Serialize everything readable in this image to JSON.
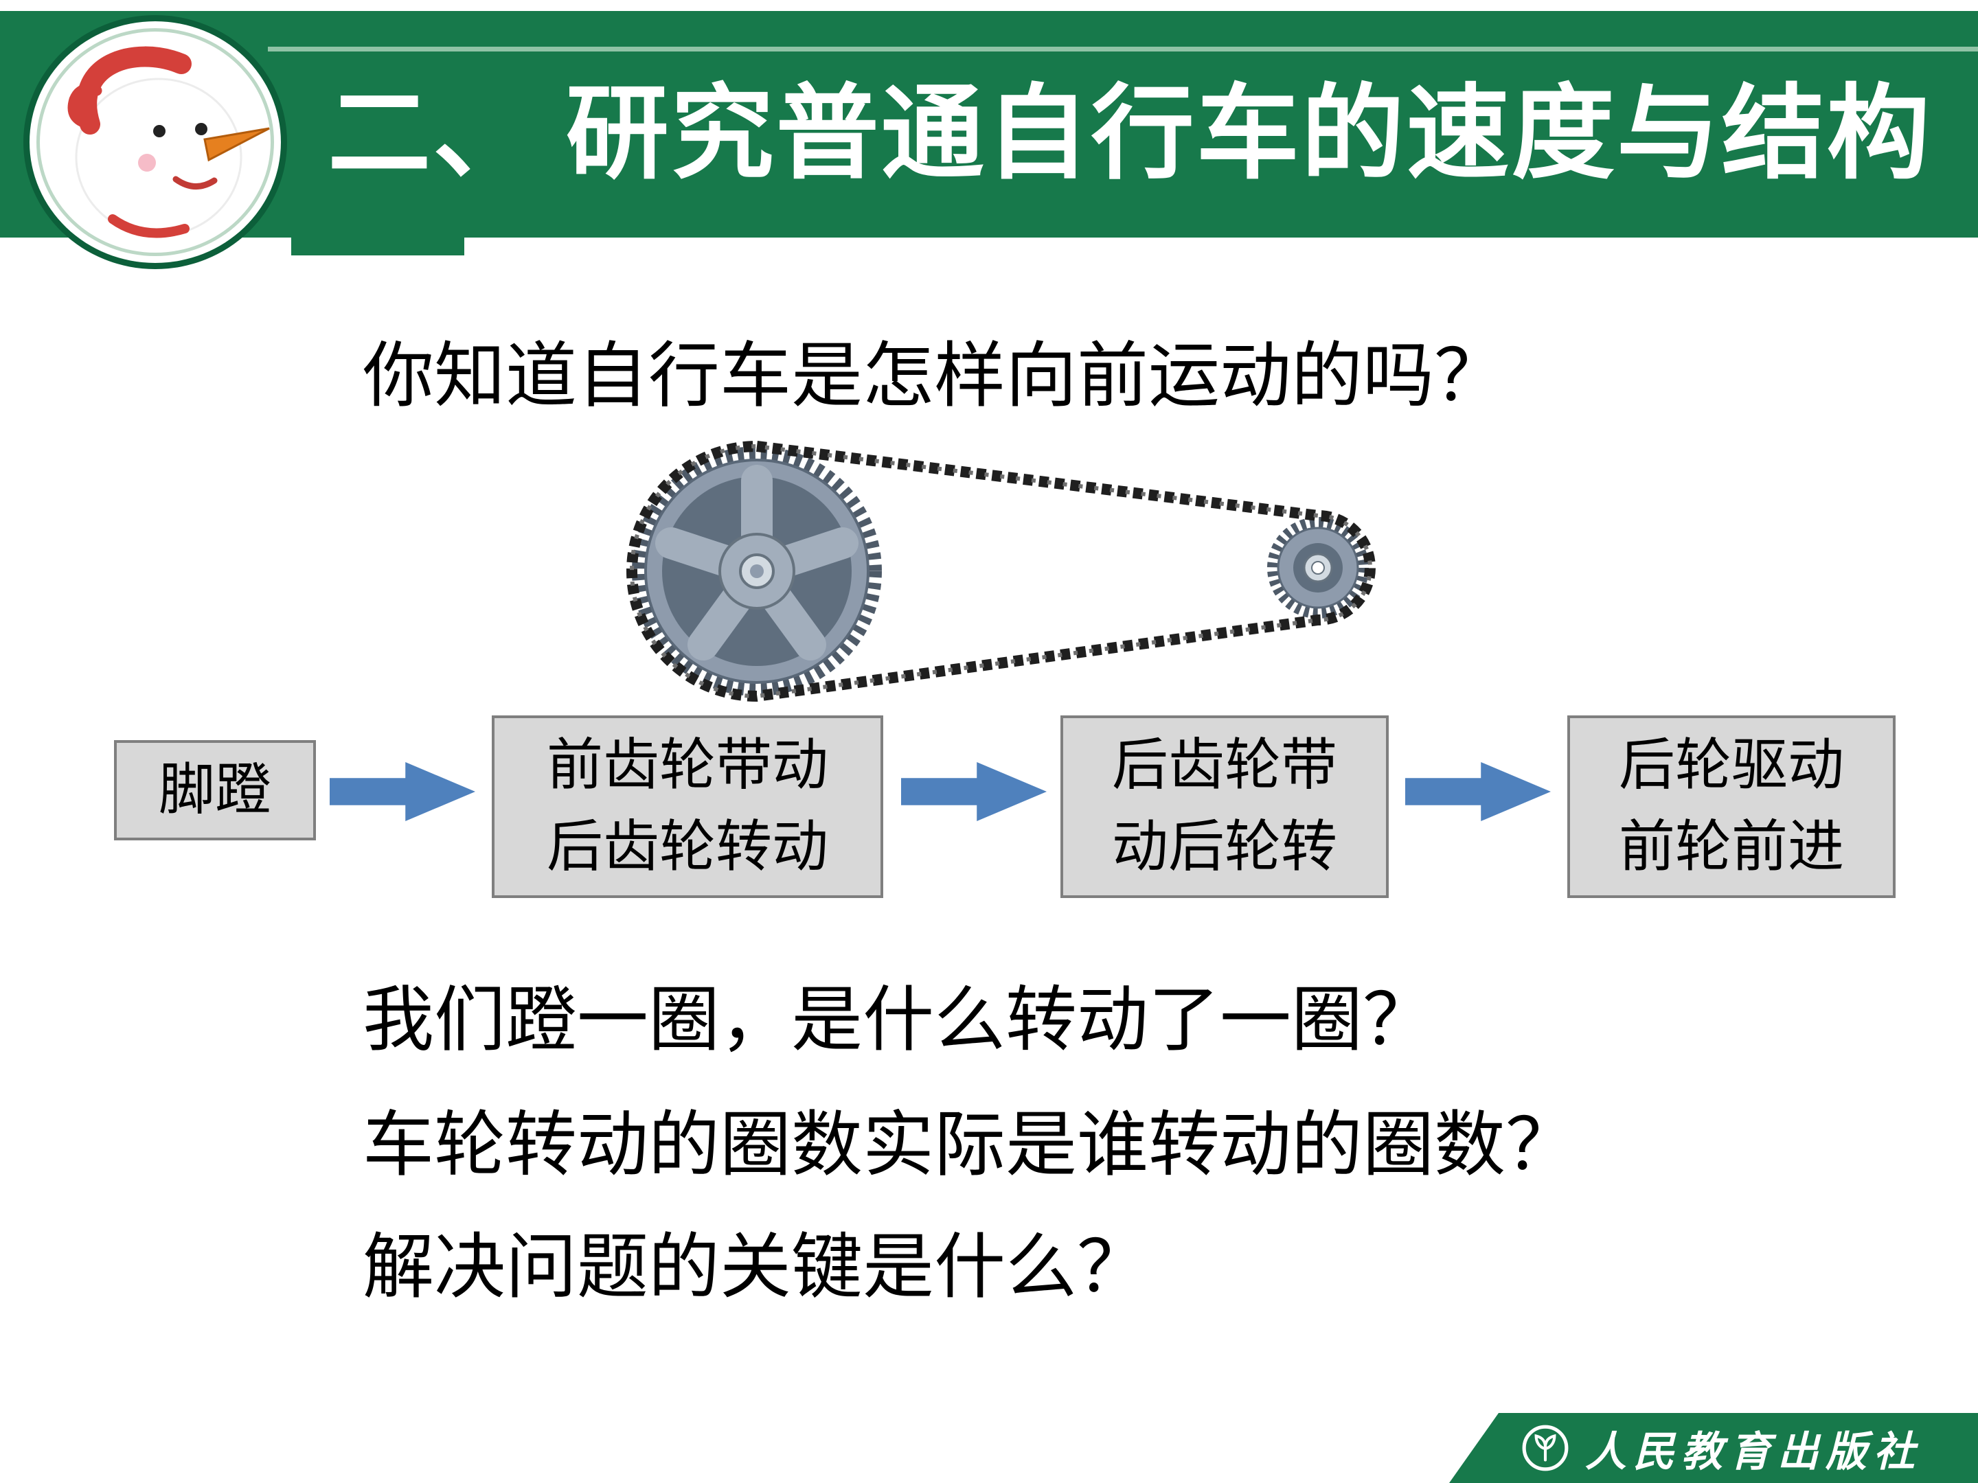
{
  "header": {
    "title": "二、 研究普通自行车的速度与结构"
  },
  "intro_question": "你知道自行车是怎样向前运动的吗？",
  "flow": {
    "steps": [
      {
        "lines": [
          "脚蹬"
        ]
      },
      {
        "lines": [
          "前齿轮带动",
          "后齿轮转动"
        ]
      },
      {
        "lines": [
          "后齿轮带",
          "动后轮转"
        ]
      },
      {
        "lines": [
          "后轮驱动",
          "前轮前进"
        ]
      }
    ]
  },
  "questions": [
    "我们蹬一圈，是什么转动了一圈？",
    "车轮转动的圈数实际是谁转动的圈数？",
    "解决问题的关键是什么？"
  ],
  "footer": {
    "publisher": "人民教育出版社"
  },
  "icons": {
    "mascot": "snowman-icon",
    "publisher_logo": "seedling-circle-icon",
    "flow_arrow": "block-arrow-right-icon",
    "illustration": "chain-gears-icon"
  },
  "colors": {
    "header_green": "#17794b",
    "accent_green": "#90c3a6",
    "arrow_blue": "#4f81bd",
    "box_fill": "#d8d8d8",
    "box_border": "#7f7f7f",
    "gear_gray": "#8e9bac",
    "chain_dark": "#1f1f1f",
    "title_text": "#ffffff",
    "body_text": "#000000"
  }
}
